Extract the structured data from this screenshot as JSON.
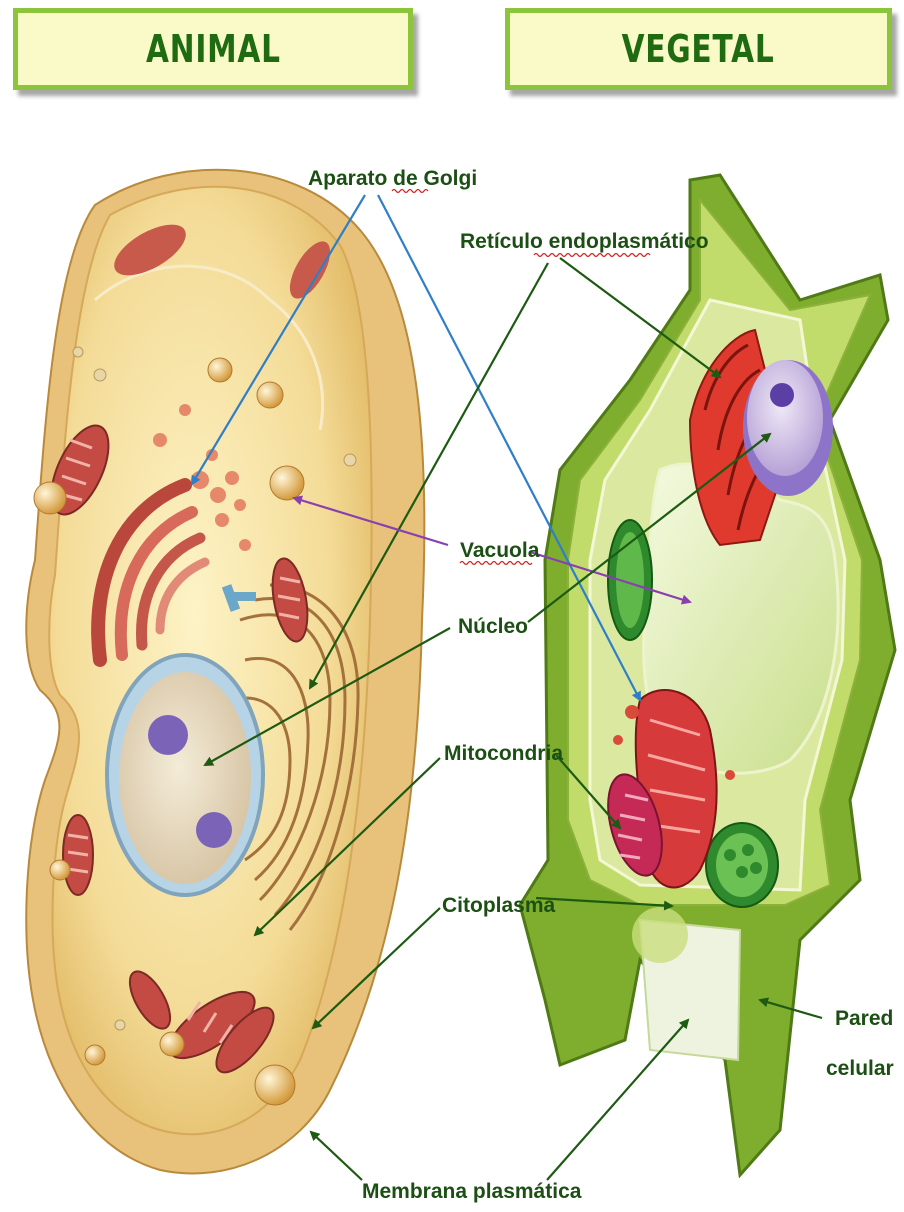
{
  "headers": {
    "animal": "ANIMAL",
    "vegetal": "VEGETAL"
  },
  "labels": {
    "golgi": "Aparato de Golgi",
    "reticulo": "Retículo endoplasmático",
    "vacuola": "Vacuola",
    "nucleo": "Núcleo",
    "mitocondria": "Mitocondria",
    "citoplasma": "Citoplasma",
    "pared_1": "Pared",
    "pared_2": "celular",
    "membrana": "Membrana plasmática"
  },
  "colors": {
    "header_bg": "#fafac8",
    "header_border": "#8cc43c",
    "header_text": "#1f6b12",
    "label_text": "#1c4f14",
    "arrow_green": "#1d5a12",
    "arrow_blue": "#2f7fc8",
    "arrow_purple": "#8a3fb0"
  }
}
